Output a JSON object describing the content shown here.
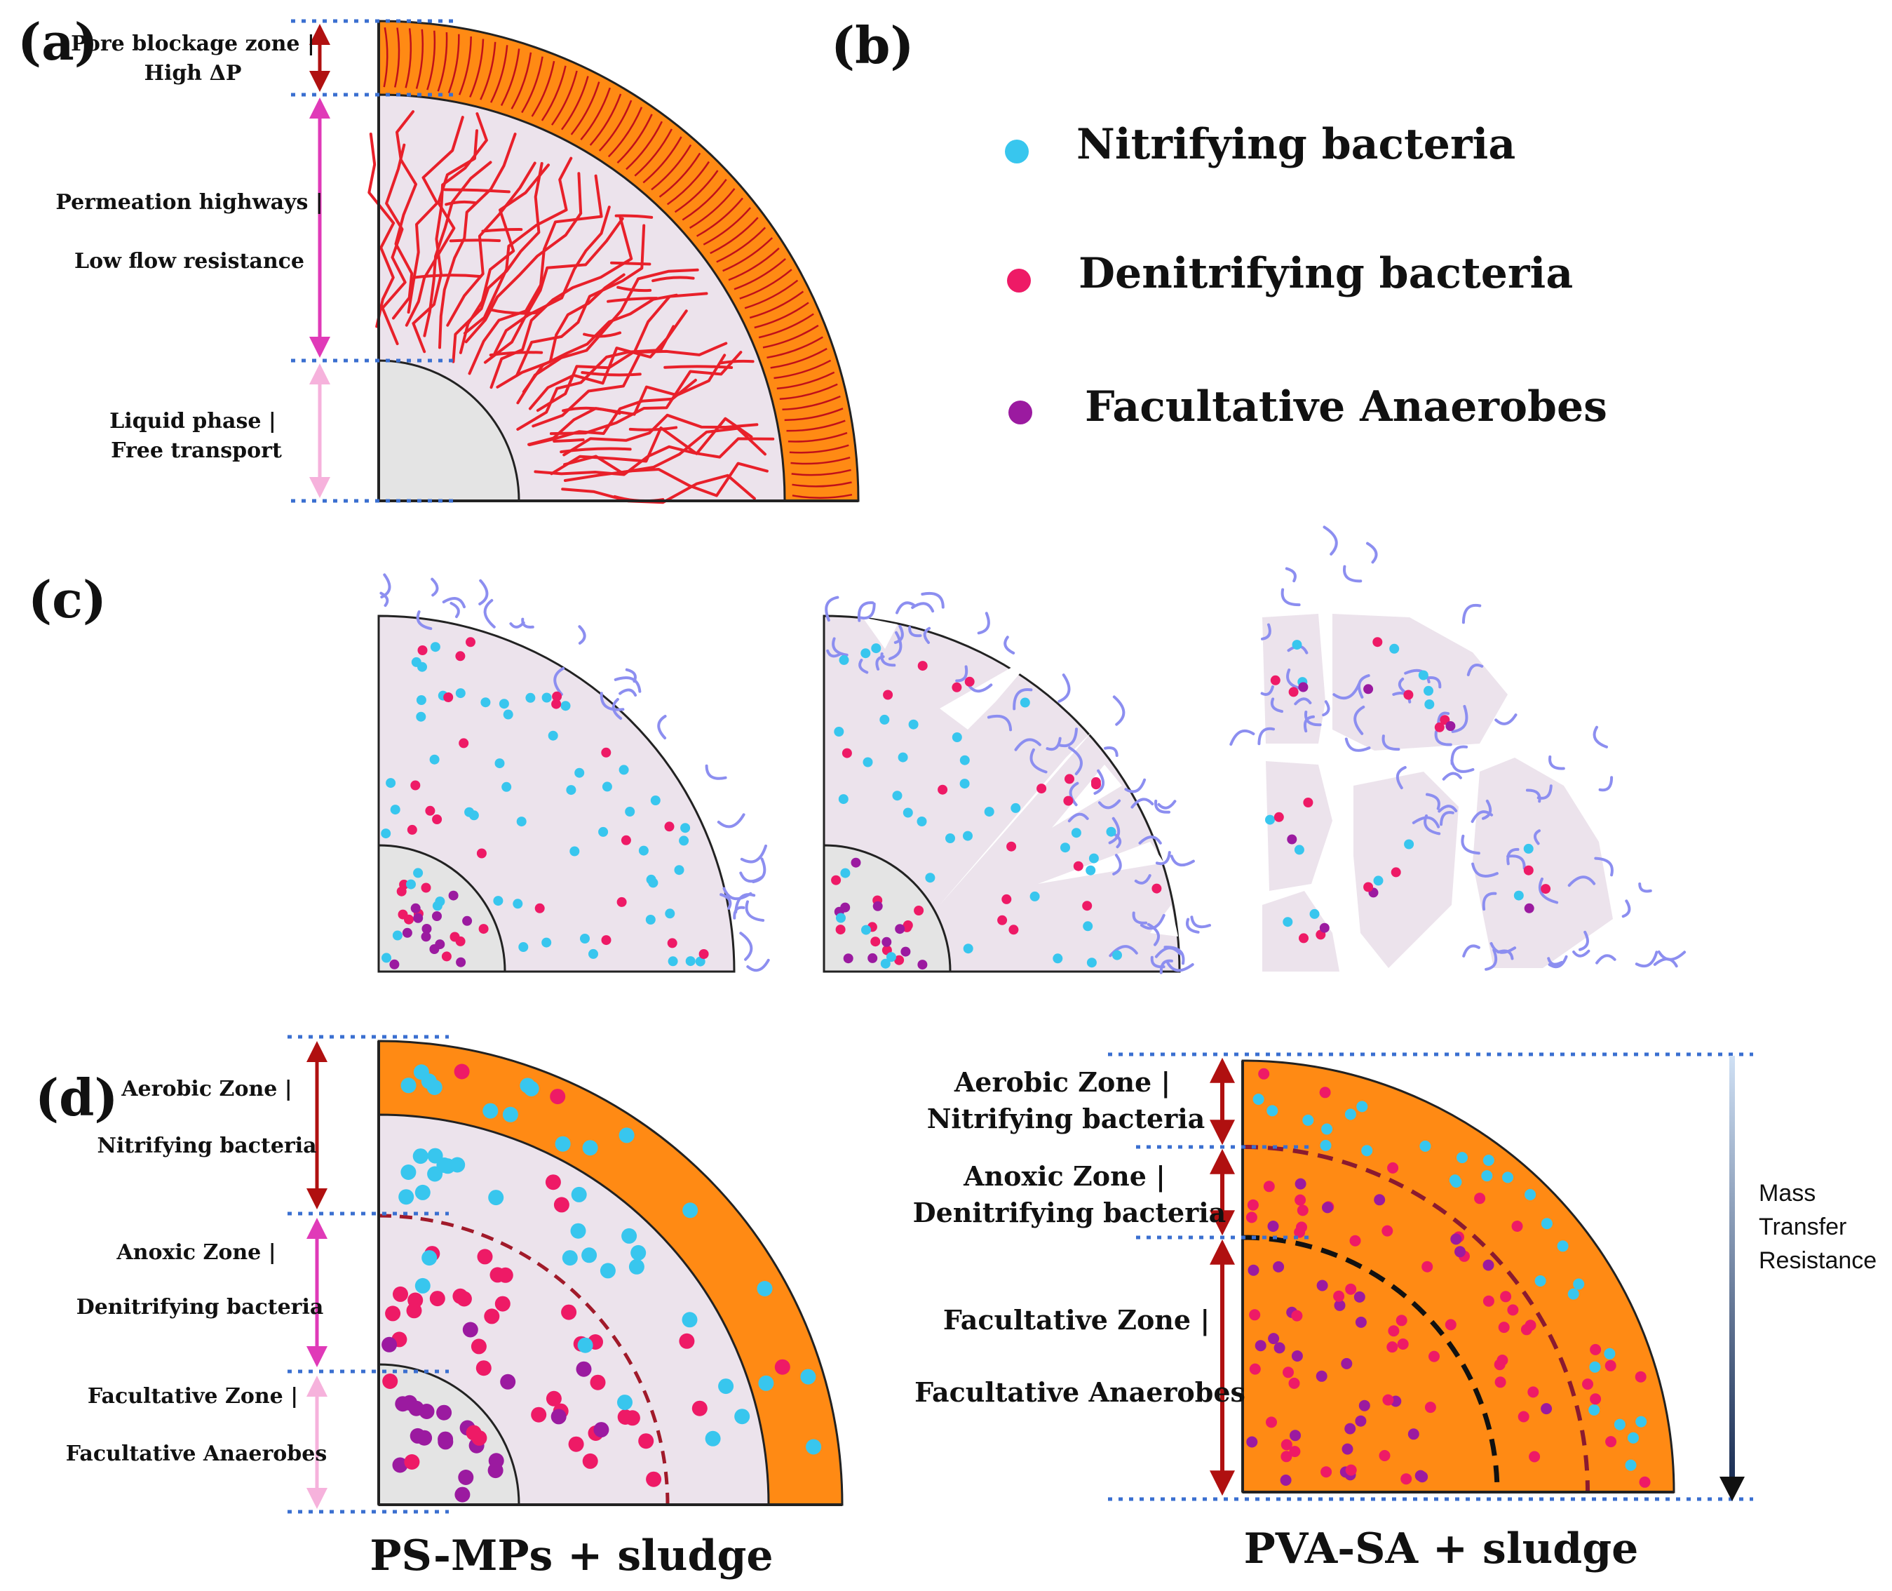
{
  "panels": {
    "a": {
      "label": "(a)",
      "zones": [
        {
          "line1": "Pore blockage zone |",
          "line2": "High ΔP"
        },
        {
          "line1": "Permeation highways |",
          "line2": "Low flow resistance"
        },
        {
          "line1": "Liquid phase |",
          "line2": "Free transport"
        }
      ]
    },
    "b": {
      "label": "(b)",
      "legend": [
        {
          "label": "Nitrifying bacteria",
          "color": "#38c6ee"
        },
        {
          "label": "Denitrifying bacteria",
          "color": "#ee1a66"
        },
        {
          "label": "Facultative Anaerobes",
          "color": "#9b1aa0"
        }
      ]
    },
    "c": {
      "label": "(c)"
    },
    "d": {
      "label": "(d)",
      "left_zones": [
        {
          "line1": "Aerobic Zone |",
          "line2": "Nitrifying bacteria"
        },
        {
          "line1": "Anoxic Zone |",
          "line2": "Denitrifying bacteria"
        },
        {
          "line1": "Facultative Zone |",
          "line2": "Facultative Anaerobes"
        }
      ],
      "right_zones": [
        {
          "line1": "Aerobic Zone |",
          "line2": "Nitrifying bacteria"
        },
        {
          "line1": "Anoxic Zone |",
          "line2": "Denitrifying bacteria"
        },
        {
          "line1": "Facultative Zone |",
          "line2": "Facultative Anaerobes"
        }
      ],
      "mass_transfer": [
        "Mass",
        "Transfer",
        "Resistance"
      ],
      "caption_left": "PS-MPs + sludge",
      "caption_right": "PVA-SA + sludge"
    }
  },
  "colors": {
    "orange": "#ff8a14",
    "matrix": "#ece3ec",
    "core": "#e4e4e4",
    "red_channel": "#e8202a",
    "dashed_guide": "#3a6fd0",
    "dark_red": "#b01010",
    "magenta": "#e03ab8",
    "pink": "#f6b2dc",
    "fiber": "#8c8ef0"
  }
}
